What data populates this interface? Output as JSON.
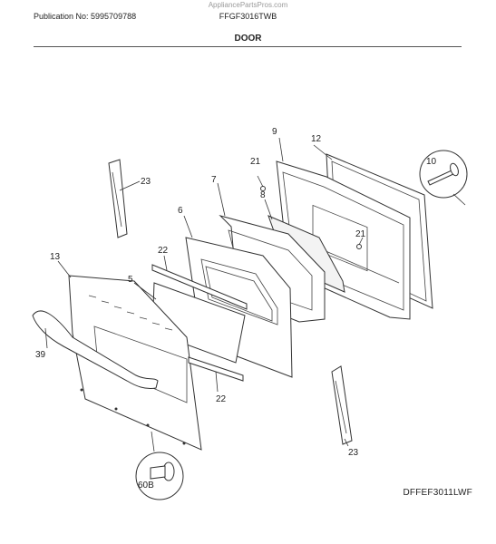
{
  "header": {
    "watermark": "AppliancePartsPros.com",
    "publication": "Publication No: 5995709788",
    "model": "FFGF3016TWB",
    "section_title": "DOOR"
  },
  "footer": {
    "diagram_code": "DFFEF3011LWF"
  },
  "callouts": {
    "c9": "9",
    "c12": "12",
    "c21a": "21",
    "c7": "7",
    "c8": "8",
    "c10": "10",
    "c23a": "23",
    "c6": "6",
    "c21b": "21",
    "c22a": "22",
    "c13": "13",
    "c5": "5",
    "c39": "39",
    "c22b": "22",
    "c23b": "23",
    "c60b": "60B"
  }
}
